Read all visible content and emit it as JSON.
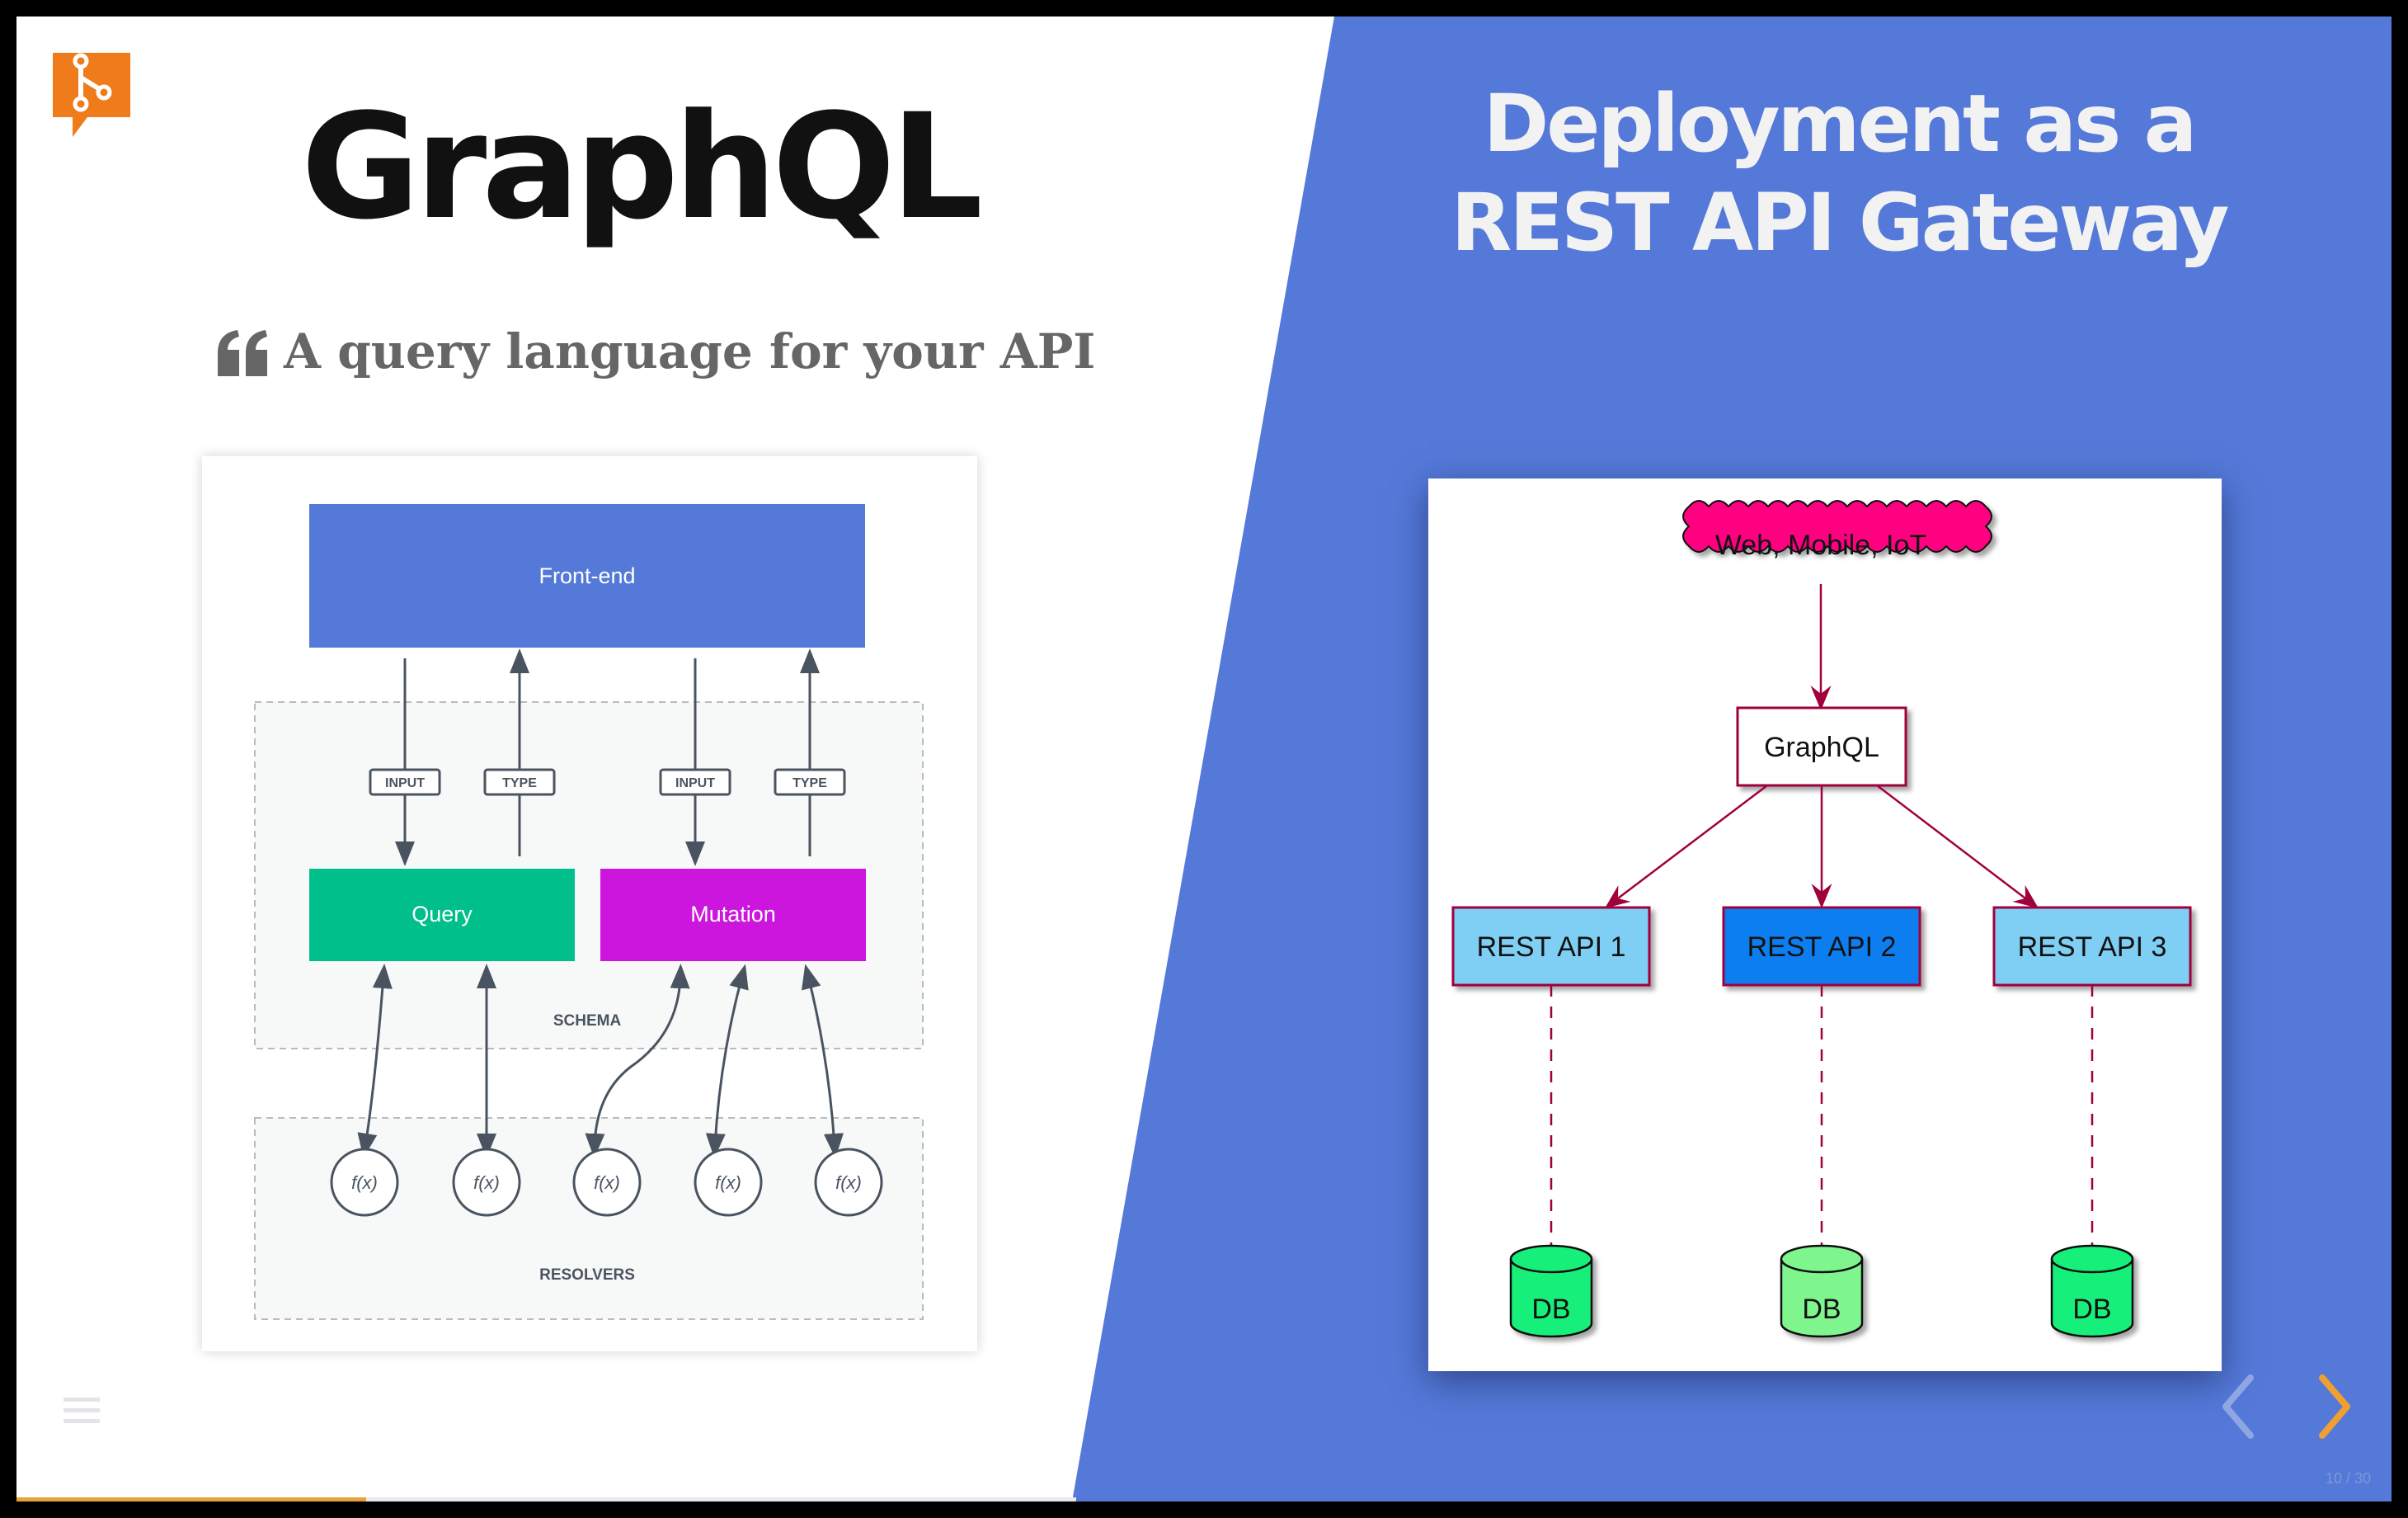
{
  "slide": {
    "left_title": "GraphQL",
    "quote": "A query language for your API",
    "right_title_line1": "Deployment as a",
    "right_title_line2": "REST API Gateway",
    "page_indicator": "10 / 30",
    "progress_fraction": 0.33
  },
  "schema_diagram": {
    "frontend": "Front-end",
    "input_label": "INPUT",
    "type_label": "TYPE",
    "query": "Query",
    "mutation": "Mutation",
    "schema_label": "SCHEMA",
    "resolver_label": "f(x)",
    "resolvers_label": "RESOLVERS"
  },
  "gateway_diagram": {
    "clients": "Web, Mobile, IoT",
    "graphql": "GraphQL",
    "apis": [
      "REST API 1",
      "REST API 2",
      "REST API 3"
    ],
    "db": "DB"
  },
  "colors": {
    "blue_panel": "#5479d8",
    "frontend": "#5479d8",
    "query": "#00bf8a",
    "mutation": "#cc16de",
    "clients": "#ff0080",
    "api_light": "#7fcff5",
    "api_dark": "#0a7ef0",
    "db": "#19f07a",
    "db_light": "#7ff58e",
    "edge": "#a0003c",
    "accent": "#ef7b1a"
  },
  "icons": {
    "logo": "git-branch-chat-icon",
    "quote": "quote-icon",
    "menu": "hamburger-menu-icon",
    "prev": "chevron-left-icon",
    "next": "chevron-right-icon"
  }
}
